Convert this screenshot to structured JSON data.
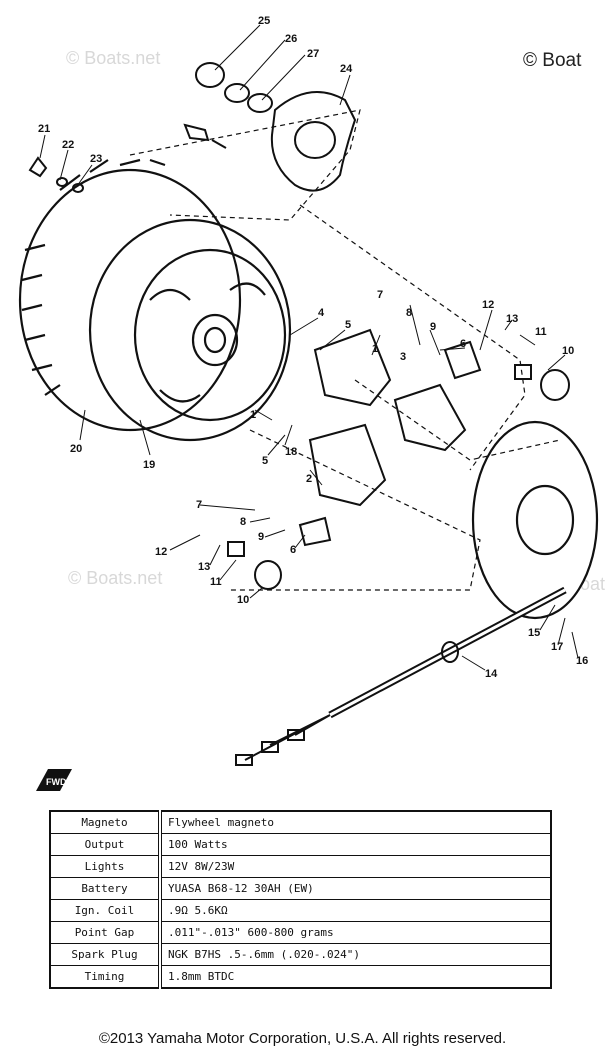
{
  "watermarks": {
    "top_left": "© Boats.net",
    "top_right": "© Boat",
    "middle_left": "© Boats.net",
    "middle_right": "oat"
  },
  "callouts": [
    "25",
    "26",
    "27",
    "24",
    "21",
    "22",
    "23",
    "20",
    "19",
    "4",
    "5",
    "1",
    "7",
    "8",
    "9",
    "6",
    "3",
    "12",
    "13",
    "11",
    "10",
    "1",
    "5",
    "18",
    "2",
    "7",
    "8",
    "9",
    "6",
    "12",
    "13",
    "11",
    "10",
    "15",
    "17",
    "16",
    "14"
  ],
  "fwd_label": "FWD",
  "spec_table": {
    "rows": [
      {
        "label": "Magneto",
        "value": "Flywheel  magneto"
      },
      {
        "label": "Output",
        "value": "100  Watts"
      },
      {
        "label": "Lights",
        "value": "12V  8W/23W"
      },
      {
        "label": "Battery",
        "value": "YUASA    B68-12    30AH    (EW)"
      },
      {
        "label": "Ign. Coil",
        "value": ".9Ω       5.6KΩ"
      },
      {
        "label": "Point Gap",
        "value": ".011\"-.013\"         600-800 grams"
      },
      {
        "label": "Spark Plug",
        "value": "NGK  B7HS        .5-.6mm  (.020-.024\")"
      },
      {
        "label": "Timing",
        "value": "1.8mm  BTDC"
      }
    ]
  },
  "copyright": "©2013 Yamaha Motor Corporation, U.S.A. All rights reserved."
}
